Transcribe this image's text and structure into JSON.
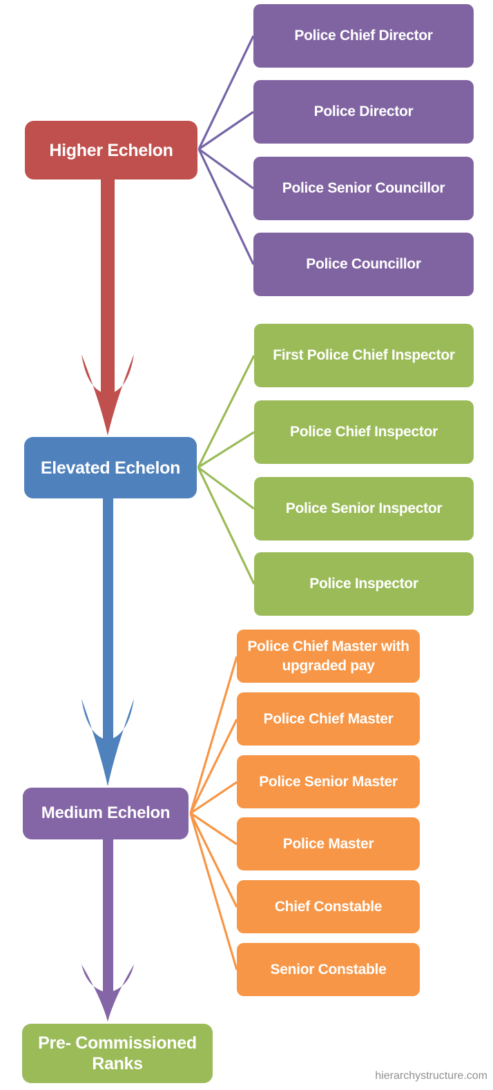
{
  "page": {
    "watermark": "hierarchystructure.com"
  },
  "palette": {
    "red": "#c0504d",
    "blue": "#4f81bd",
    "purple": "#8064a2",
    "green": "#9bbb59",
    "orange": "#f79646",
    "purple_connector": "#7565a6",
    "watermark_gray": "#8f8f8f"
  },
  "levels": [
    {
      "label": "Higher Echelon",
      "box_color": "#c0504d",
      "rank_color": "#8064a2",
      "connector_color": "#7565a6",
      "ranks": [
        "Police Chief Director",
        "Police Director",
        "Police Senior Councillor",
        "Police Councillor"
      ]
    },
    {
      "label": "Elevated Echelon",
      "box_color": "#4f81bd",
      "rank_color": "#9bbb59",
      "connector_color": "#9bbb59",
      "ranks": [
        "First Police Chief Inspector",
        "Police Chief Inspector",
        "Police Senior Inspector",
        "Police Inspector"
      ]
    },
    {
      "label": "Medium Echelon",
      "box_color": "#8064a2",
      "rank_color": "#f79646",
      "connector_color": "#f79646",
      "ranks": [
        "Police Chief Master with upgraded pay",
        "Police Chief Master",
        "Police Senior Master",
        "Police Master",
        "Chief Constable",
        "Senior Constable"
      ]
    },
    {
      "label": "Pre- Commissioned Ranks",
      "box_color": "#9bbb59",
      "ranks": []
    }
  ],
  "arrows": [
    {
      "name": "higher-to-elevated",
      "color": "#c0504d"
    },
    {
      "name": "elevated-to-medium",
      "color": "#4f81bd"
    },
    {
      "name": "medium-to-pre-commissioned",
      "color": "#8465a5"
    }
  ]
}
